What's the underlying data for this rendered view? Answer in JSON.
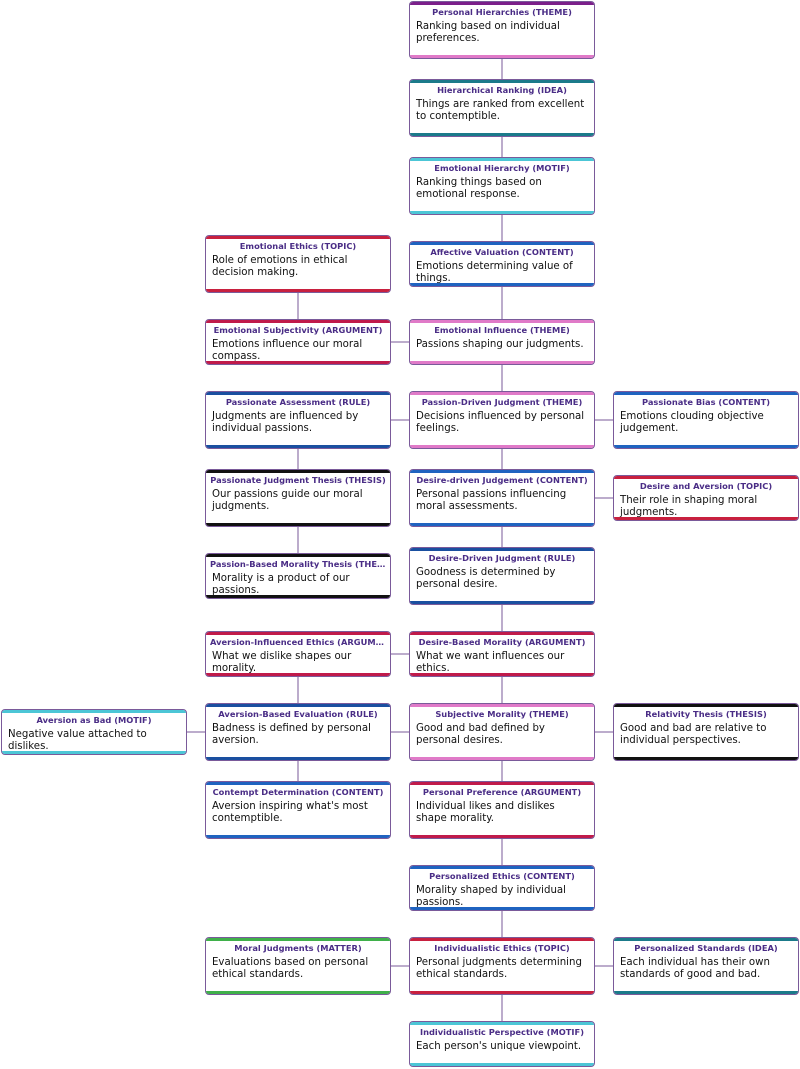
{
  "colors": {
    "purple": "#7b1f8a",
    "pink": "#e07ac8",
    "teal": "#1b7a8a",
    "cyan": "#4cc6d6",
    "blue": "#1f63c0",
    "red": "#c8203f",
    "crimson": "#c01a4a",
    "black": "#111111",
    "green": "#3fb04a",
    "navy": "#1a4fa0",
    "edge": "#7a5a9a"
  },
  "nodes": [
    {
      "id": "personal-hierarchies",
      "title": "Personal Hierarchies (THEME)",
      "text": "Ranking based on individual preferences.",
      "top": "purple",
      "bottom": "pink"
    },
    {
      "id": "hierarchical-ranking",
      "title": "Hierarchical Ranking (IDEA)",
      "text": "Things are ranked from excellent to contemptible.",
      "top": "teal",
      "bottom": "teal"
    },
    {
      "id": "emotional-hierarchy",
      "title": "Emotional Hierarchy (MOTIF)",
      "text": "Ranking things based on emotional response.",
      "top": "cyan",
      "bottom": "cyan"
    },
    {
      "id": "emotional-ethics",
      "title": "Emotional Ethics (TOPIC)",
      "text": "Role of emotions in ethical decision making.",
      "top": "red",
      "bottom": "red"
    },
    {
      "id": "affective-valuation",
      "title": "Affective Valuation (CONTENT)",
      "text": "Emotions determining value of things.",
      "top": "blue",
      "bottom": "blue"
    },
    {
      "id": "emotional-subjectivity",
      "title": "Emotional Subjectivity (ARGUMENT)",
      "text": "Emotions influence our moral compass.",
      "top": "crimson",
      "bottom": "crimson"
    },
    {
      "id": "emotional-influence",
      "title": "Emotional Influence (THEME)",
      "text": "Passions shaping our judgments.",
      "top": "pink",
      "bottom": "pink"
    },
    {
      "id": "passionate-assessment",
      "title": "Passionate Assessment (RULE)",
      "text": "Judgments are influenced by individual passions.",
      "top": "navy",
      "bottom": "navy"
    },
    {
      "id": "passion-driven-judgment",
      "title": "Passion-Driven Judgment (THEME)",
      "text": "Decisions influenced by personal feelings.",
      "top": "pink",
      "bottom": "pink"
    },
    {
      "id": "passionate-bias",
      "title": "Passionate Bias (CONTENT)",
      "text": "Emotions clouding objective judgement.",
      "top": "blue",
      "bottom": "blue"
    },
    {
      "id": "passionate-judgment-thesis",
      "title": "Passionate Judgment Thesis (THESIS)",
      "text": "Our passions guide our moral judgments.",
      "top": "black",
      "bottom": "black"
    },
    {
      "id": "desire-driven-judgement",
      "title": "Desire-driven Judgement (CONTENT)",
      "text": "Personal passions influencing moral assessments.",
      "top": "blue",
      "bottom": "blue"
    },
    {
      "id": "desire-and-aversion",
      "title": "Desire and Aversion (TOPIC)",
      "text": "Their role in shaping moral judgments.",
      "top": "red",
      "bottom": "red"
    },
    {
      "id": "passion-based-morality-thesis",
      "title": "Passion-Based Morality Thesis (THESIS)",
      "text": "Morality is a product of our passions.",
      "top": "black",
      "bottom": "black"
    },
    {
      "id": "desire-driven-judgment-rule",
      "title": "Desire-Driven Judgment (RULE)",
      "text": "Goodness is determined by personal desire.",
      "top": "navy",
      "bottom": "navy"
    },
    {
      "id": "aversion-influenced-ethics",
      "title": "Aversion-Influenced Ethics (ARGUMEN...",
      "text": "What we dislike shapes our morality.",
      "top": "crimson",
      "bottom": "crimson"
    },
    {
      "id": "desire-based-morality",
      "title": "Desire-Based Morality (ARGUMENT)",
      "text": "What we want influences our ethics.",
      "top": "crimson",
      "bottom": "crimson"
    },
    {
      "id": "aversion-as-bad",
      "title": "Aversion as Bad (MOTIF)",
      "text": "Negative value attached to dislikes.",
      "top": "cyan",
      "bottom": "cyan"
    },
    {
      "id": "aversion-based-evaluation",
      "title": "Aversion-Based Evaluation (RULE)",
      "text": "Badness is defined by personal aversion.",
      "top": "navy",
      "bottom": "navy"
    },
    {
      "id": "subjective-morality",
      "title": "Subjective Morality (THEME)",
      "text": "Good and bad defined by personal desires.",
      "top": "pink",
      "bottom": "pink"
    },
    {
      "id": "relativity-thesis",
      "title": "Relativity Thesis (THESIS)",
      "text": "Good and bad are relative to individual perspectives.",
      "top": "black",
      "bottom": "black"
    },
    {
      "id": "contempt-determination",
      "title": "Contempt Determination (CONTENT)",
      "text": "Aversion inspiring what's most contemptible.",
      "top": "blue",
      "bottom": "blue"
    },
    {
      "id": "personal-preference",
      "title": "Personal Preference (ARGUMENT)",
      "text": "Individual likes and dislikes shape morality.",
      "top": "crimson",
      "bottom": "crimson"
    },
    {
      "id": "personalized-ethics",
      "title": "Personalized Ethics (CONTENT)",
      "text": "Morality shaped by individual passions.",
      "top": "blue",
      "bottom": "blue"
    },
    {
      "id": "moral-judgments",
      "title": "Moral Judgments (MATTER)",
      "text": "Evaluations based on personal ethical standards.",
      "top": "green",
      "bottom": "green"
    },
    {
      "id": "individualistic-ethics",
      "title": "Individualistic Ethics (TOPIC)",
      "text": "Personal judgments determining ethical standards.",
      "top": "red",
      "bottom": "red"
    },
    {
      "id": "personalized-standards",
      "title": "Personalized Standards (IDEA)",
      "text": "Each individual has their own standards of good and bad.",
      "top": "teal",
      "bottom": "teal"
    },
    {
      "id": "individualistic-perspective",
      "title": "Individualistic Perspective (MOTIF)",
      "text": "Each person's unique viewpoint.",
      "top": "cyan",
      "bottom": "cyan"
    }
  ],
  "edges": [
    [
      "personal-hierarchies",
      "hierarchical-ranking"
    ],
    [
      "hierarchical-ranking",
      "emotional-hierarchy"
    ],
    [
      "emotional-hierarchy",
      "affective-valuation"
    ],
    [
      "affective-valuation",
      "emotional-influence"
    ],
    [
      "emotional-ethics",
      "emotional-subjectivity"
    ],
    [
      "emotional-subjectivity",
      "emotional-influence"
    ],
    [
      "emotional-influence",
      "passion-driven-judgment"
    ],
    [
      "passionate-assessment",
      "passion-driven-judgment"
    ],
    [
      "passion-driven-judgment",
      "passionate-bias"
    ],
    [
      "passionate-assessment",
      "passionate-judgment-thesis"
    ],
    [
      "passion-driven-judgment",
      "desire-driven-judgement"
    ],
    [
      "desire-driven-judgement",
      "desire-and-aversion"
    ],
    [
      "passionate-judgment-thesis",
      "passion-based-morality-thesis"
    ],
    [
      "desire-driven-judgement",
      "desire-driven-judgment-rule"
    ],
    [
      "desire-driven-judgment-rule",
      "desire-based-morality"
    ],
    [
      "aversion-influenced-ethics",
      "desire-based-morality"
    ],
    [
      "aversion-influenced-ethics",
      "aversion-based-evaluation"
    ],
    [
      "desire-based-morality",
      "subjective-morality"
    ],
    [
      "aversion-as-bad",
      "aversion-based-evaluation"
    ],
    [
      "aversion-based-evaluation",
      "subjective-morality"
    ],
    [
      "subjective-morality",
      "relativity-thesis"
    ],
    [
      "aversion-based-evaluation",
      "contempt-determination"
    ],
    [
      "subjective-morality",
      "personal-preference"
    ],
    [
      "personal-preference",
      "personalized-ethics"
    ],
    [
      "personalized-ethics",
      "individualistic-ethics"
    ],
    [
      "moral-judgments",
      "individualistic-ethics"
    ],
    [
      "individualistic-ethics",
      "personalized-standards"
    ],
    [
      "individualistic-ethics",
      "individualistic-perspective"
    ]
  ]
}
